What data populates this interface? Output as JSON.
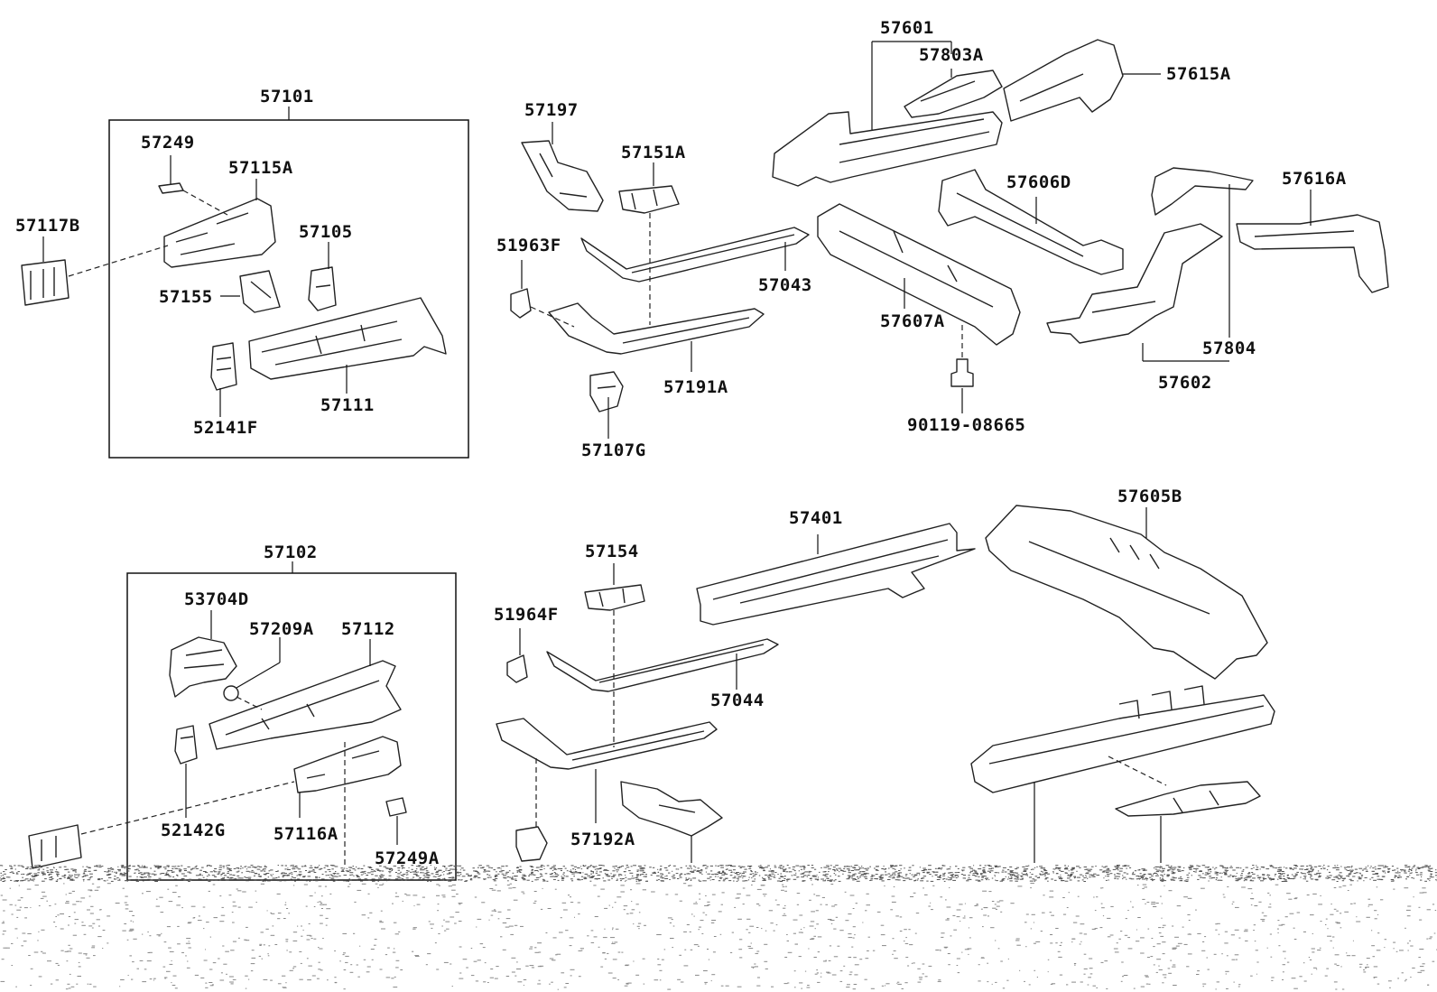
{
  "labels": {
    "p57101": "57101",
    "p57249": "57249",
    "p57115A": "57115A",
    "p57117B": "57117B",
    "p57105": "57105",
    "p57155": "57155",
    "p57111": "57111",
    "p52141F": "52141F",
    "p57197": "57197",
    "p57151A": "57151A",
    "p51963F": "51963F",
    "p57043": "57043",
    "p57191A": "57191A",
    "p57107G": "57107G",
    "p57601": "57601",
    "p57803A": "57803A",
    "p57615A": "57615A",
    "p57606D": "57606D",
    "p57616A": "57616A",
    "p57607A": "57607A",
    "p57804": "57804",
    "p57602": "57602",
    "p90119_08665": "90119-08665",
    "p57102": "57102",
    "p53704D": "53704D",
    "p57209A": "57209A",
    "p57112": "57112",
    "p52142G": "52142G",
    "p57116A": "57116A",
    "p57249A": "57249A",
    "p57154": "57154",
    "p51964F": "51964F",
    "p57044": "57044",
    "p57192A": "57192A",
    "p57401": "57401",
    "p57605B": "57605B"
  }
}
